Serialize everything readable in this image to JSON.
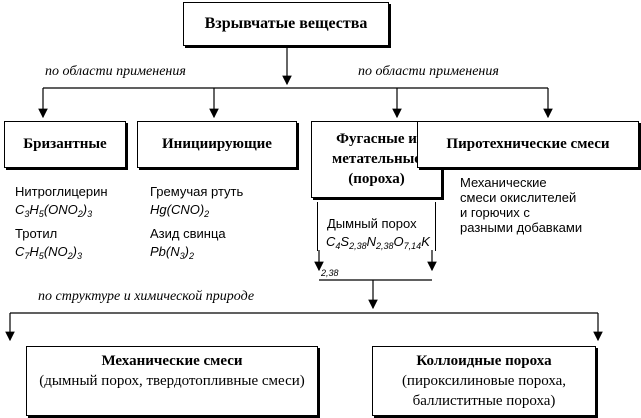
{
  "root": {
    "title": "Взрывчатые вещества"
  },
  "edge_labels": {
    "application_left": "по области применения",
    "application_right": "по области применения",
    "structure": "по структуре и химической природе"
  },
  "categories": {
    "brisant": {
      "title": "Бризантные",
      "items": [
        {
          "name": "Нитроглицерин",
          "formula_parts": [
            "C",
            "3",
            "H",
            "5",
            "(ONO",
            "2",
            ")",
            "3"
          ]
        },
        {
          "name": "Тротил",
          "formula_parts": [
            "C",
            "7",
            "H",
            "5",
            "(NO",
            "2",
            ")",
            "3"
          ]
        }
      ]
    },
    "initiating": {
      "title": "Инициирующие",
      "items": [
        {
          "name": "Гремучая ртуть",
          "formula_parts": [
            "Hg(CNO)",
            "2"
          ]
        },
        {
          "name": "Азид свинца",
          "formula_parts": [
            "Pb(N",
            "3",
            ")",
            "2"
          ]
        }
      ]
    },
    "propellant": {
      "title_line1": "Фугасные и",
      "title_line2": "метательные",
      "title_line3": "(пороха)",
      "item_name": "Дымный порох",
      "formula_parts": [
        "C",
        "4",
        "S",
        "2,38",
        "N",
        "2,38",
        "O",
        "7,14",
        "K"
      ],
      "note": "2,38"
    },
    "pyrotechnic": {
      "title": "Пиротехнические смеси",
      "description": "Механические смеси окислителей и горючих с разными добавками"
    }
  },
  "structure": {
    "mechanical": {
      "title": "Механические смеси",
      "detail": "(дымный порох, твердотопливные смеси)"
    },
    "colloid": {
      "title": "Коллоидные пороха",
      "detail": "(пироксилиновые пороха, баллиститные пороха)"
    }
  }
}
